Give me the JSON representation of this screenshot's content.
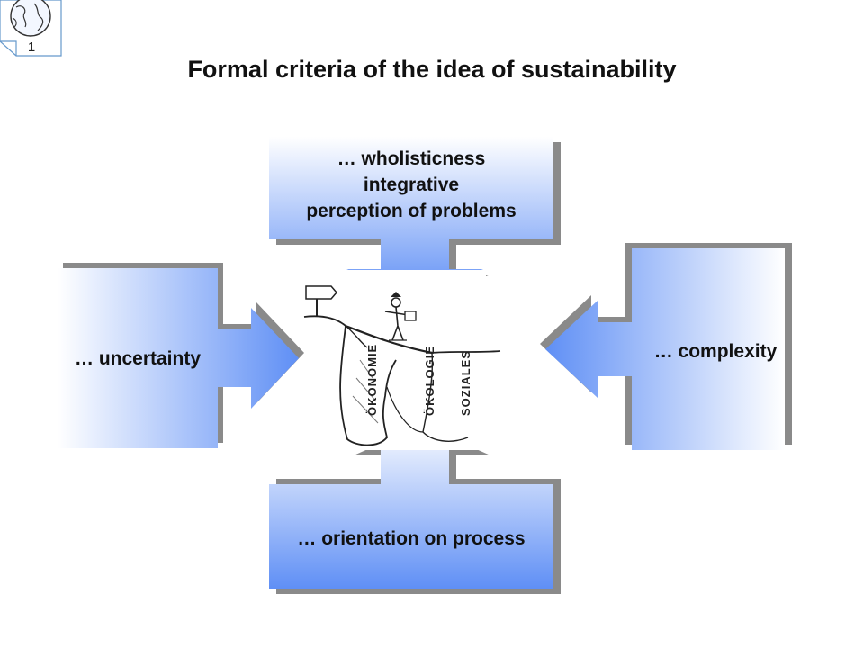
{
  "slide": {
    "title": "Formal criteria of the idea of sustainability",
    "page_number": "1"
  },
  "colors": {
    "gradient_dark": "#5f8ff5",
    "gradient_light": "#ffffff",
    "shadow": "#8a8a8a",
    "text": "#111111"
  },
  "icons": {
    "logo": "globe-icon",
    "illustration": "tightrope-walker-sketch"
  },
  "criteria": {
    "top": {
      "lines": [
        "… wholisticness",
        "integrative",
        "perception of problems"
      ]
    },
    "left": {
      "label": "… uncertainty"
    },
    "right": {
      "label": "… complexity"
    },
    "bottom": {
      "label": "… orientation on process"
    }
  },
  "illustration": {
    "pillars": [
      "ÖKONOMIE",
      "ÖKOLOGIE",
      "SOZIALES"
    ]
  }
}
